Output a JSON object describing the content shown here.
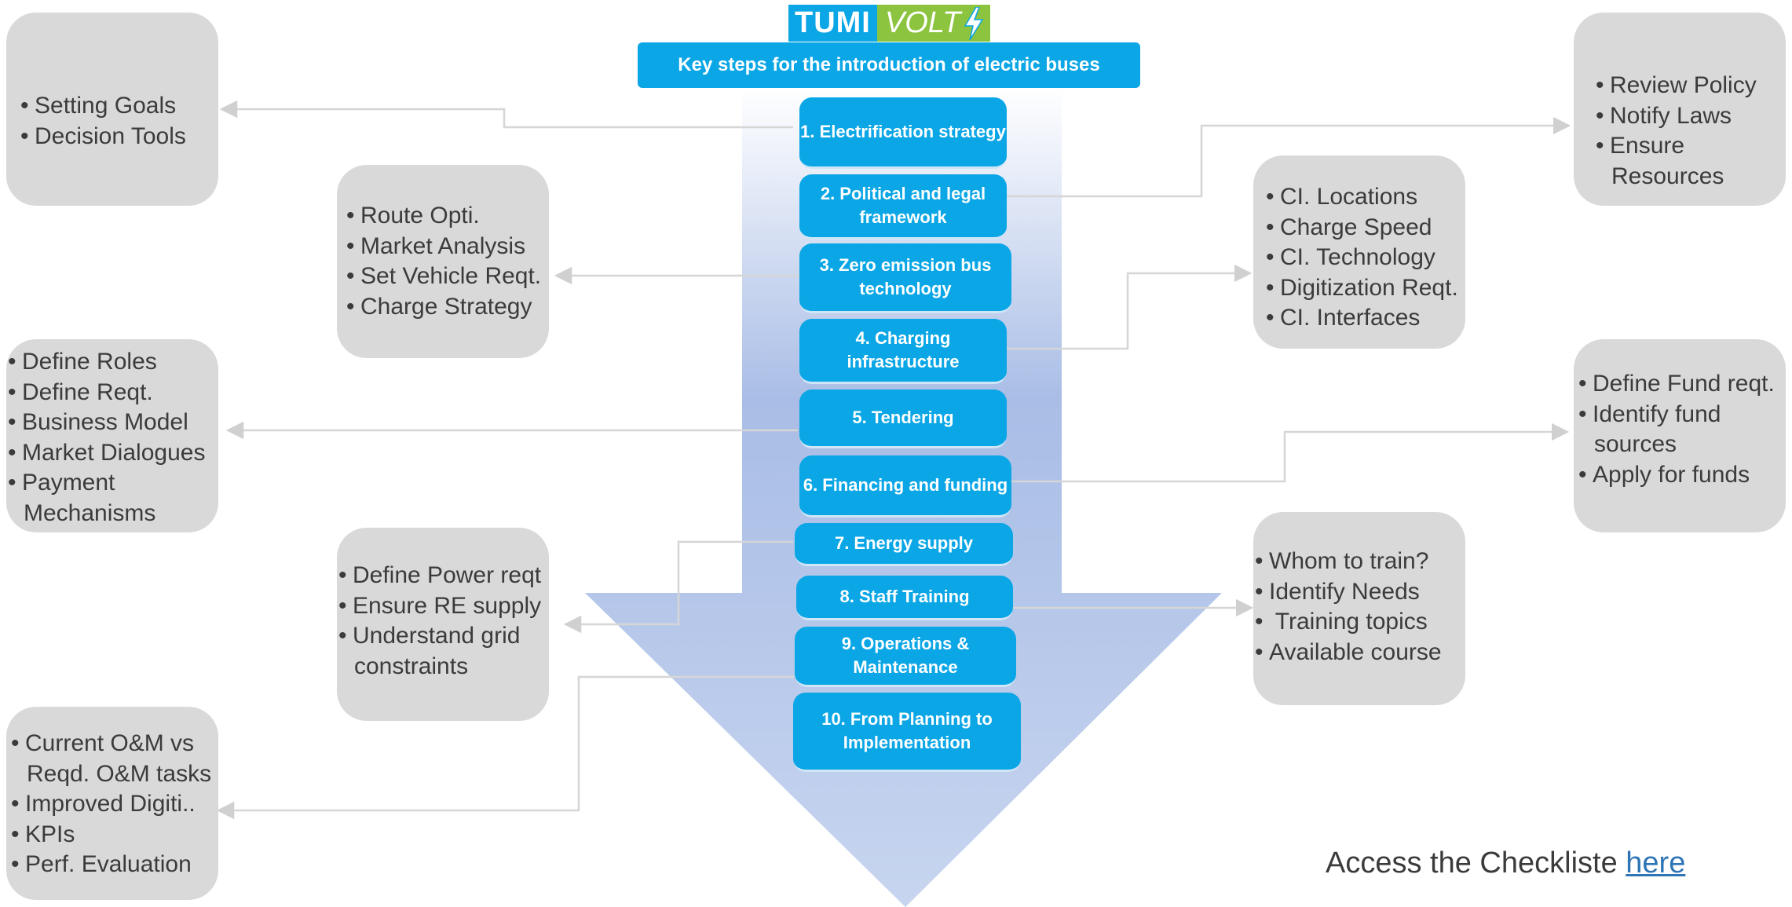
{
  "logo": {
    "part1": "TUMI",
    "part2": "VOLT"
  },
  "header": {
    "title": "Key steps for the introduction of electric buses"
  },
  "steps": [
    {
      "label": "1. Electrification strategy"
    },
    {
      "label": "2. Political and legal framework"
    },
    {
      "label": "3. Zero emission bus technology"
    },
    {
      "label": "4. Charging infrastructure"
    },
    {
      "label": "5. Tendering"
    },
    {
      "label": "6. Financing and funding"
    },
    {
      "label": "7. Energy supply"
    },
    {
      "label": "8. Staff Training"
    },
    {
      "label": "9. Operations & Maintenance"
    },
    {
      "label": "10. From Planning to Implementation"
    }
  ],
  "cards": {
    "strategy": [
      "Setting Goals",
      "Decision Tools"
    ],
    "policy": [
      "Review Policy",
      "Notify Laws",
      "Ensure Resources"
    ],
    "technology": [
      "Route Opti.",
      "Market Analysis",
      "Set Vehicle Reqt.",
      "Charge Strategy"
    ],
    "charging": [
      "CI. Locations",
      "Charge Speed",
      "CI. Technology",
      "Digitization Reqt.",
      "CI. Interfaces"
    ],
    "tendering": [
      "Define Roles",
      "Define Reqt.",
      "Business Model",
      "Market Dialogues",
      "Payment Mechanisms"
    ],
    "financing": [
      "Define Fund reqt.",
      "Identify fund sources",
      "Apply for funds"
    ],
    "energy": [
      "Define Power reqt",
      "Ensure RE supply",
      "Understand grid constraints"
    ],
    "training": [
      "Whom to train?",
      "Identify  Needs",
      " Training topics",
      "Available  course"
    ],
    "operations": [
      "Current O&M vs Reqd. O&M tasks",
      "Improved Digiti..",
      "KPIs",
      "Perf. Evaluation"
    ]
  },
  "footer": {
    "text": "Access the Checkliste ",
    "link": "here"
  }
}
